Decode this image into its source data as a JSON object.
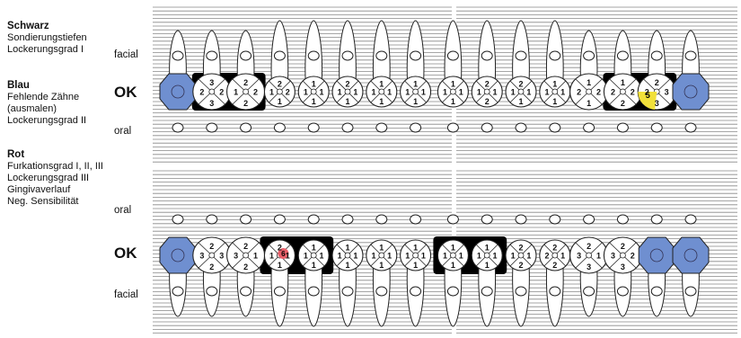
{
  "legend": {
    "schwarz": {
      "title": "Schwarz",
      "lines": [
        "Sondierungstiefen",
        "Lockerungsgrad I"
      ]
    },
    "blau": {
      "title": "Blau",
      "lines": [
        "Fehlende Zähne",
        "(ausmalen)",
        "Lockerungsgrad II"
      ]
    },
    "rot": {
      "title": "Rot",
      "lines": [
        "Furkationsgrad I, II, III",
        "Lockerungsgrad III",
        "Gingivaverlauf",
        "Neg. Sensibilität"
      ]
    }
  },
  "side_labels": {
    "upper_top": "facial",
    "upper_bottom": "oral",
    "lower_top": "oral",
    "lower_bottom": "facial"
  },
  "jaw_labels": {
    "upper": "OK",
    "lower": "OK"
  },
  "colors": {
    "blue": "#6f8fd0",
    "red": "#e9606a",
    "yellow": "#f1e03a",
    "black": "#000000",
    "line": "#888888"
  },
  "upper_teeth": [
    {
      "state": "missing"
    },
    {
      "nums": [
        "3",
        "2",
        "2",
        "3"
      ],
      "molar": true
    },
    {
      "nums": [
        "2",
        "1",
        "2",
        "2"
      ],
      "molar": true
    },
    {
      "nums": [
        "2",
        "1",
        "2",
        "1"
      ]
    },
    {
      "nums": [
        "1",
        "1",
        "1",
        "1"
      ]
    },
    {
      "nums": [
        "2",
        "1",
        "1",
        "1"
      ]
    },
    {
      "nums": [
        "1",
        "1",
        "1",
        "1"
      ]
    },
    {
      "nums": [
        "1",
        "1",
        "1",
        "1"
      ]
    },
    {
      "nums": [
        "1",
        "1",
        "1",
        "1"
      ]
    },
    {
      "nums": [
        "2",
        "1",
        "1",
        "2"
      ]
    },
    {
      "nums": [
        "2",
        "1",
        "1",
        "1"
      ]
    },
    {
      "nums": [
        "1",
        "1",
        "1",
        "1"
      ]
    },
    {
      "nums": [
        "1",
        "2",
        "2",
        "1"
      ],
      "molar": true
    },
    {
      "nums": [
        "1",
        "2",
        "2",
        "2"
      ],
      "molar": true
    },
    {
      "nums": [
        "2",
        "2",
        "3",
        "3"
      ],
      "molar": true,
      "highlight": "5"
    },
    {
      "state": "missing"
    }
  ],
  "lower_teeth": [
    {
      "state": "missing"
    },
    {
      "nums": [
        "2",
        "3",
        "3",
        "2"
      ],
      "molar": true
    },
    {
      "nums": [
        "2",
        "3",
        "1",
        "2"
      ],
      "molar": true
    },
    {
      "nums": [
        "2",
        "1",
        "1",
        "1"
      ],
      "red": "6"
    },
    {
      "nums": [
        "1",
        "1",
        "1",
        "1"
      ]
    },
    {
      "nums": [
        "1",
        "1",
        "1",
        "1"
      ]
    },
    {
      "nums": [
        "1",
        "1",
        "1",
        "1"
      ]
    },
    {
      "nums": [
        "1",
        "1",
        "1",
        "1"
      ]
    },
    {
      "nums": [
        "1",
        "1",
        "1",
        "1"
      ]
    },
    {
      "nums": [
        "1",
        "1",
        "1",
        "1"
      ]
    },
    {
      "nums": [
        "2",
        "1",
        "1",
        "2"
      ]
    },
    {
      "nums": [
        "2",
        "2",
        "1",
        "2"
      ]
    },
    {
      "nums": [
        "2",
        "3",
        "1",
        "3"
      ],
      "molar": true
    },
    {
      "nums": [
        "2",
        "3",
        "2",
        "3"
      ],
      "molar": true
    },
    {
      "state": "missing"
    },
    {
      "state": "missing"
    }
  ]
}
